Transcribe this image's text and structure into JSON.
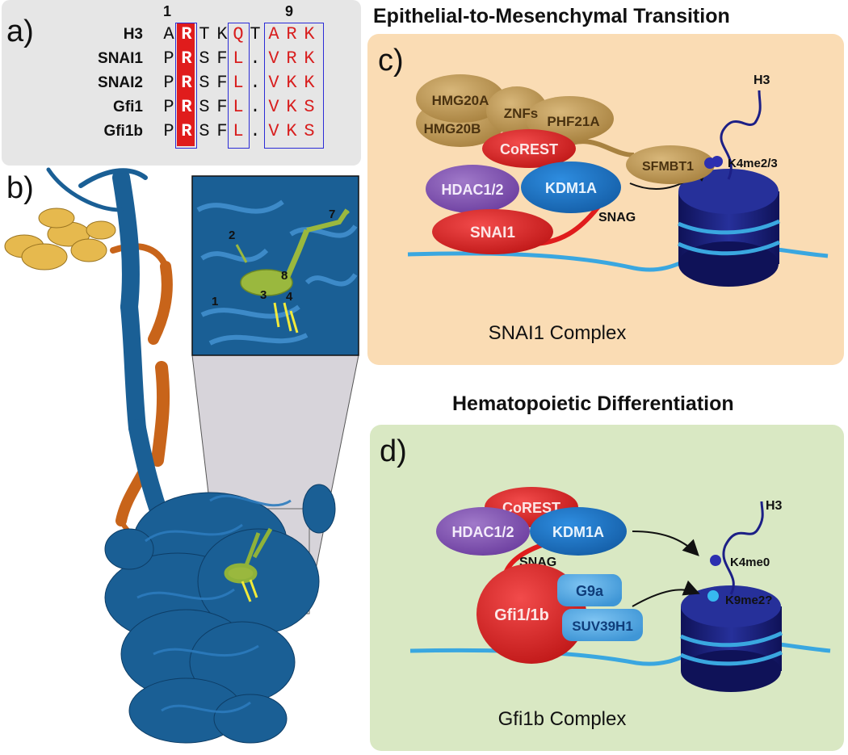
{
  "panels": {
    "a": {
      "label": "a)"
    },
    "b": {
      "label": "b)"
    },
    "c": {
      "label": "c)"
    },
    "d": {
      "label": "d)"
    }
  },
  "alignment": {
    "positions": [
      "1",
      "9"
    ],
    "rows": [
      {
        "name": "H3",
        "residues": [
          "A",
          "R",
          "T",
          "K",
          "Q",
          "T",
          "A",
          "R",
          "K"
        ]
      },
      {
        "name": "SNAI1",
        "residues": [
          "P",
          "R",
          "S",
          "F",
          "L",
          ".",
          "V",
          "R",
          "K"
        ]
      },
      {
        "name": "SNAI2",
        "residues": [
          "P",
          "R",
          "S",
          "F",
          "L",
          ".",
          "V",
          "K",
          "K"
        ]
      },
      {
        "name": "Gfi1",
        "residues": [
          "P",
          "R",
          "S",
          "F",
          "L",
          ".",
          "V",
          "K",
          "S"
        ]
      },
      {
        "name": "Gfi1b",
        "residues": [
          "P",
          "R",
          "S",
          "F",
          "L",
          ".",
          "V",
          "K",
          "S"
        ]
      }
    ],
    "colors": {
      "identical_bg": "#e01c1c",
      "similar_text": "#d81e1e",
      "box": "#2b2bd6"
    }
  },
  "structure": {
    "inset_labels": [
      "2",
      "7",
      "8",
      "3",
      "4",
      "1"
    ]
  },
  "emt": {
    "title": "Epithelial-to-Mesenchymal Transition",
    "complex_name": "SNAI1 Complex",
    "proteins": {
      "hmg20a": "HMG20A",
      "hmg20b": "HMG20B",
      "znfs": "ZNFs",
      "phf21a": "PHF21A",
      "corest": "CoREST",
      "sfmbt1": "SFMBT1",
      "hdac": "HDAC1/2",
      "kdm1a": "KDM1A",
      "snai1": "SNAI1"
    },
    "snag": "SNAG",
    "h3": "H3",
    "mark": "K4me2/3",
    "bg_color": "#fadcb4"
  },
  "hematopoietic": {
    "title": "Hematopoietic Differentiation",
    "complex_name": "Gfi1b Complex",
    "proteins": {
      "corest": "CoREST",
      "hdac": "HDAC1/2",
      "kdm1a": "KDM1A",
      "gfi": "Gfi1/1b",
      "g9a": "G9a",
      "suv": "SUV39H1"
    },
    "snag": "SNAG",
    "h3": "H3",
    "mark1": "K4me0",
    "mark2": "K9me2?",
    "bg_color": "#d9e8c3"
  },
  "colors": {
    "helix_blue": "#1a5f95",
    "helix_orange": "#c8641a",
    "helix_yellow": "#e6b94e",
    "peptide_green": "#9ab83e",
    "nucleosome": "#161a6e",
    "dna": "#3aa7e0"
  }
}
